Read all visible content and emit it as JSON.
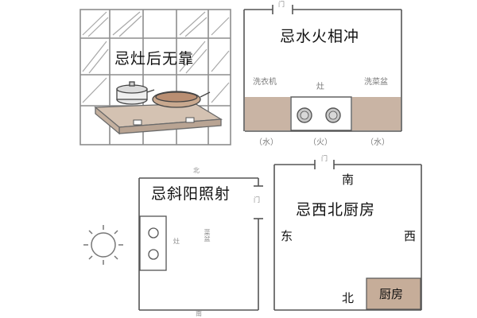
{
  "panels": {
    "stove_back": {
      "title": "忌灶后无靠"
    },
    "water_fire": {
      "title": "忌水火相冲",
      "door": "门",
      "left_label": "洗衣机",
      "center_label": "灶",
      "right_label": "洗菜盆",
      "left_element": "（水）",
      "center_element": "（火）",
      "right_element": "（水）"
    },
    "sun": {
      "title": "忌斜阳照射",
      "top_label": "北",
      "door": "门",
      "stove": "灶",
      "sink": "菜盆",
      "bottom_label": "南"
    },
    "northwest": {
      "title": "忌西北厨房",
      "door": "门",
      "south": "南",
      "east": "东",
      "west": "西",
      "north": "北",
      "kitchen": "厨房"
    }
  },
  "colors": {
    "counter": "#c9b4a4",
    "kitchen_block": "#c6ad99",
    "line": "#555555",
    "tile": "#9a9a9a"
  }
}
